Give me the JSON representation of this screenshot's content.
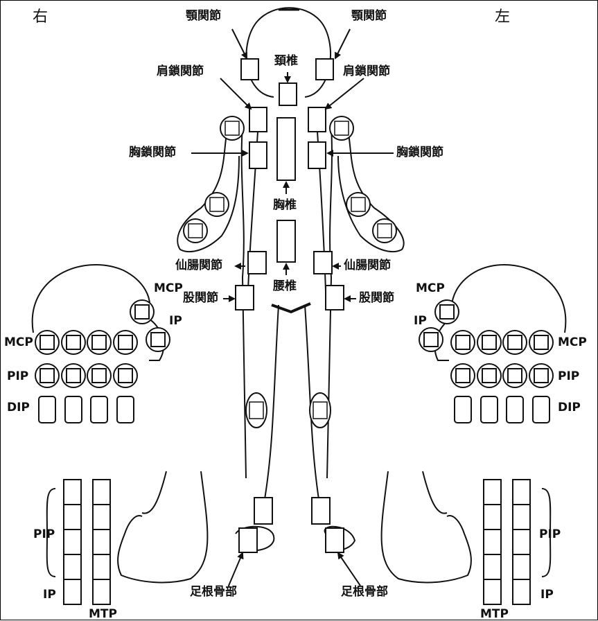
{
  "side_labels": {
    "right": "右",
    "left": "左"
  },
  "joints": {
    "tmj": "顎関節",
    "acromioclavicular": "肩鎖関節",
    "sternoclavicular": "胸鎖関節",
    "sacroiliac": "仙腸関節",
    "hip": "股関節",
    "tarsal": "足根骨部",
    "cervical": "頚椎",
    "thoracic": "胸椎",
    "lumbar": "腰椎"
  },
  "hand_labels": {
    "mcp": "MCP",
    "ip": "IP",
    "pip": "PIP",
    "dip": "DIP"
  },
  "foot_labels": {
    "pip": "PIP",
    "ip": "IP",
    "mtp": "MTP"
  },
  "colors": {
    "line": "#111111",
    "background": "#ffffff"
  }
}
